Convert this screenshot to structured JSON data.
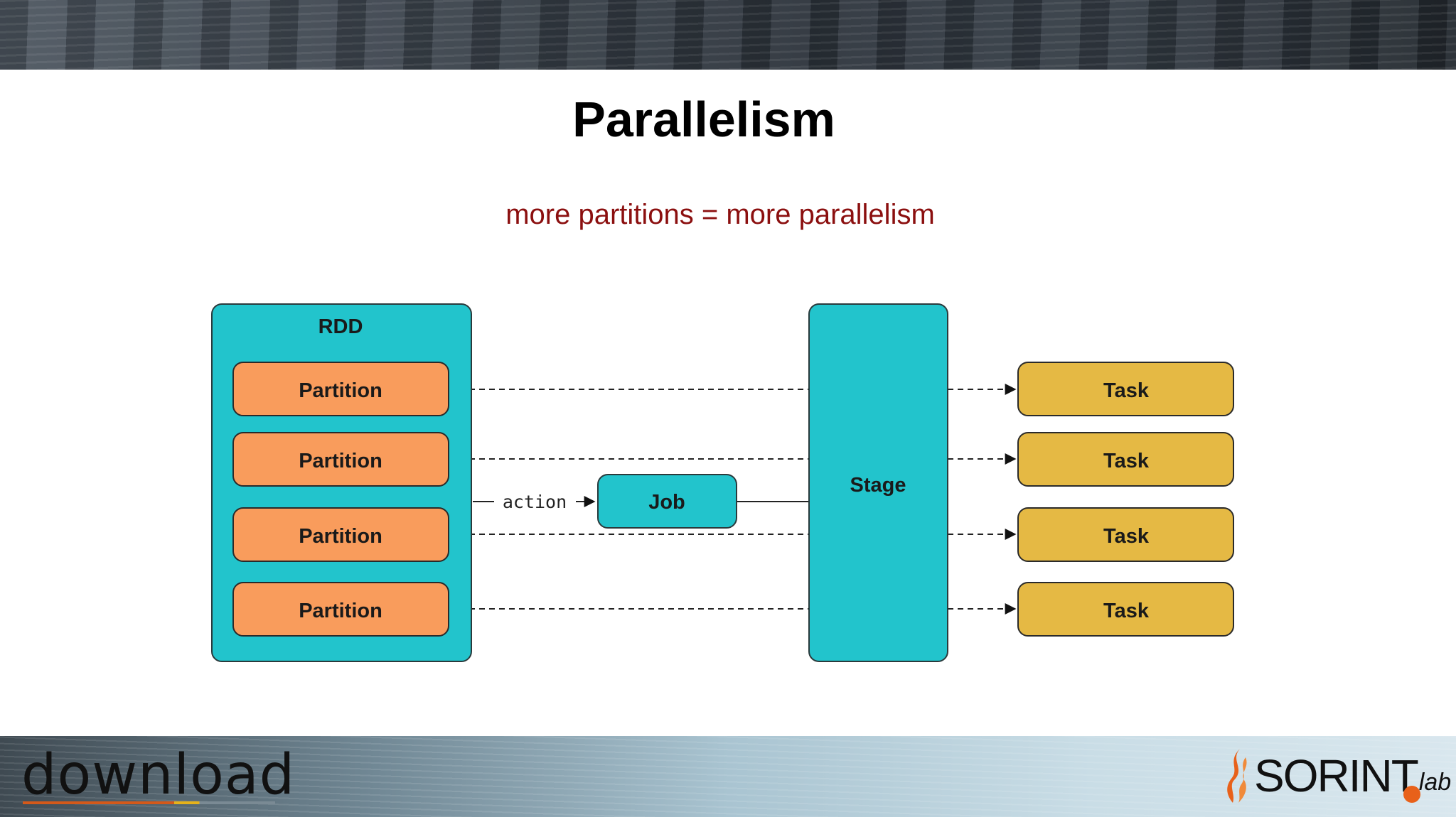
{
  "slide": {
    "title": "Parallelism",
    "subtitle": "more partitions = more parallelism"
  },
  "diagram": {
    "rdd_label": "RDD",
    "partitions": [
      "Partition",
      "Partition",
      "Partition",
      "Partition"
    ],
    "action_label": "action",
    "job_label": "Job",
    "stage_label": "Stage",
    "tasks": [
      "Task",
      "Task",
      "Task",
      "Task"
    ]
  },
  "footer": {
    "left_logo": "download",
    "right_logo": "SORINT",
    "right_logo_suffix": "lab"
  },
  "colors": {
    "teal": "#22c4cc",
    "partition_orange": "#f99c5c",
    "task_gold": "#e5b944",
    "subtitle_red": "#8b0f0f",
    "logo_orange": "#e8611a"
  }
}
